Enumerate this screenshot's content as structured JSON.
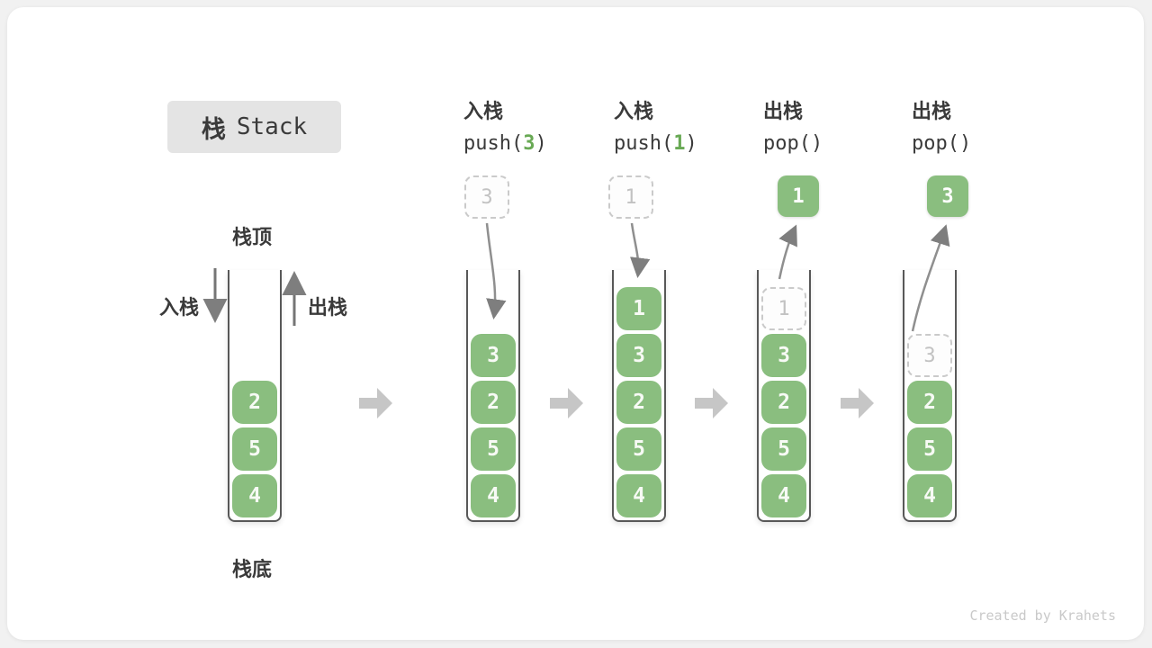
{
  "title": {
    "zh": "栈",
    "en": "Stack"
  },
  "annotations": {
    "stack_top": "栈顶",
    "stack_bottom": "栈底",
    "push_arrow": "入栈",
    "pop_arrow": "出栈"
  },
  "footer_credit": "Created by Krahets",
  "colors": {
    "cell_green": "#8abe7f",
    "accent_green": "#68a954",
    "ghost_border": "#cacaca",
    "ghost_text": "#c2c2c2",
    "container_wall": "#585858",
    "curved_arrow": "#8f8f8f",
    "block_arrow": "#c6c6c6",
    "text_dark": "#3a3a3a",
    "title_bg": "#e4e4e4",
    "card_bg": "#ffffff"
  },
  "stages": [
    {
      "cells": [
        "2",
        "5",
        "4"
      ]
    },
    {
      "op_label": "入栈",
      "code_pre": "push(",
      "code_arg": "3",
      "code_post": ")",
      "floating": {
        "style": "dashed",
        "value": "3"
      },
      "cells": [
        "3",
        "2",
        "5",
        "4"
      ]
    },
    {
      "op_label": "入栈",
      "code_pre": "push(",
      "code_arg": "1",
      "code_post": ")",
      "floating": {
        "style": "dashed",
        "value": "1"
      },
      "cells": [
        "1",
        "3",
        "2",
        "5",
        "4"
      ]
    },
    {
      "op_label": "出栈",
      "code_pre": "pop()",
      "code_arg": "",
      "code_post": "",
      "floating": {
        "style": "solid",
        "value": "1"
      },
      "ghost": "1",
      "cells": [
        "3",
        "2",
        "5",
        "4"
      ]
    },
    {
      "op_label": "出栈",
      "code_pre": "pop()",
      "code_arg": "",
      "code_post": "",
      "floating": {
        "style": "solid",
        "value": "3"
      },
      "ghost": "3",
      "cells": [
        "2",
        "5",
        "4"
      ]
    }
  ]
}
